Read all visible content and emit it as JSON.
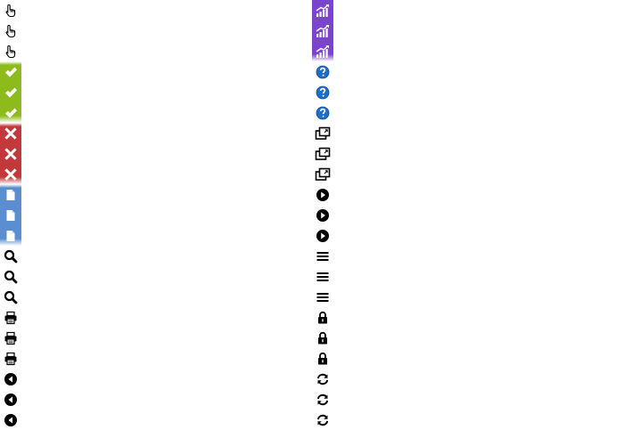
{
  "left_column": [
    {
      "icon": "hand-pointer-icon",
      "background": "none",
      "count": 3
    },
    {
      "icon": "checkmark-icon",
      "background": "#8dbb1b",
      "count": 3
    },
    {
      "icon": "close-x-icon",
      "background": "#c3383b",
      "count": 3
    },
    {
      "icon": "document-icon",
      "background": "#5b8ed0",
      "count": 3
    },
    {
      "icon": "search-magnifier-icon",
      "background": "none",
      "count": 3
    },
    {
      "icon": "printer-icon",
      "background": "none",
      "count": 3
    },
    {
      "icon": "back-arrow-circle-icon",
      "background": "none",
      "count": 3
    }
  ],
  "right_column": [
    {
      "icon": "bar-chart-trend-icon",
      "background": "#7a44cf",
      "count": 3
    },
    {
      "icon": "help-question-icon",
      "background": "none",
      "count": 3
    },
    {
      "icon": "window-popup-icon",
      "background": "none",
      "count": 3
    },
    {
      "icon": "play-circle-icon",
      "background": "none",
      "count": 3
    },
    {
      "icon": "menu-lines-icon",
      "background": "none",
      "count": 3
    },
    {
      "icon": "lock-icon",
      "background": "none",
      "count": 3
    },
    {
      "icon": "refresh-arrows-icon",
      "background": "none",
      "count": 3
    }
  ]
}
